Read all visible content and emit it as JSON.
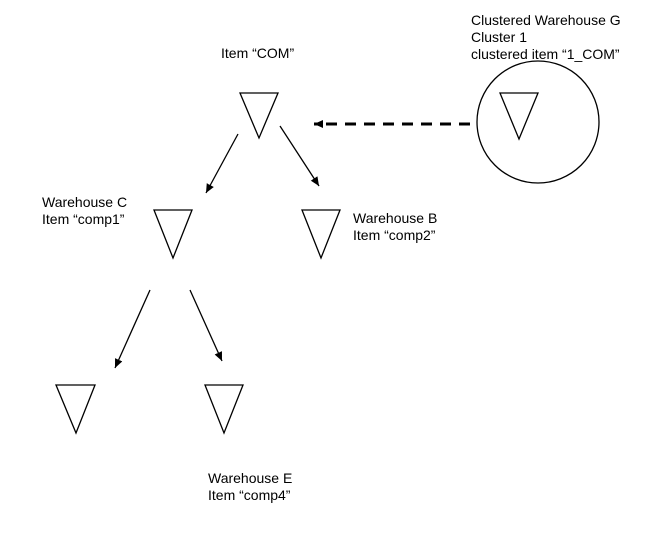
{
  "labels": {
    "com": {
      "line1": "Item “COM”"
    },
    "cluster": {
      "line1": "Clustered Warehouse G",
      "line2": "Cluster 1",
      "line3": "clustered item “1_COM”"
    },
    "warehouse_c": {
      "line1": "Warehouse C",
      "line2": "Item “comp1”"
    },
    "warehouse_b": {
      "line1": "Warehouse B",
      "line2": "Item “comp2”"
    },
    "warehouse_e": {
      "line1": "Warehouse E",
      "line2": "Item “comp4”"
    }
  },
  "colors": {
    "stroke": "#000000",
    "background": "#ffffff"
  }
}
